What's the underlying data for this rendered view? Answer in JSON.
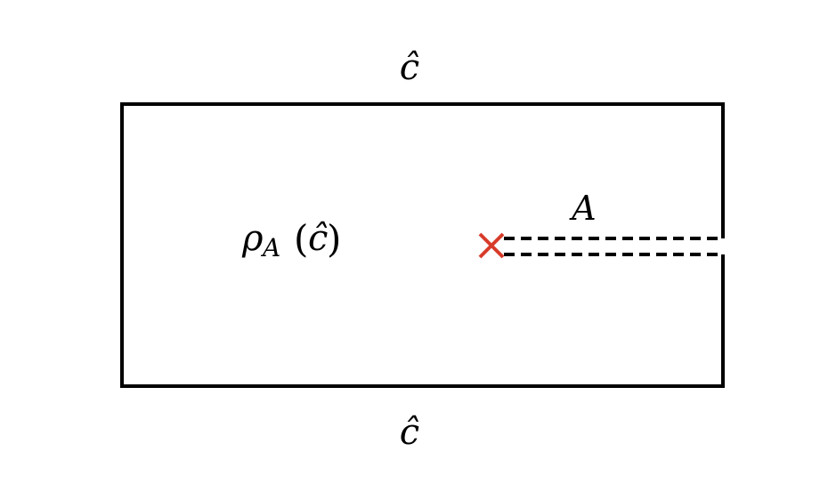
{
  "labels": {
    "top": "ĉ",
    "bottom": "ĉ",
    "density_rho": "ρ",
    "density_subscript": "A",
    "density_arg_open": "(",
    "density_arg": "ĉ",
    "density_arg_close": ")",
    "interval": "A"
  },
  "colors": {
    "frame": "#000000",
    "cut": "#000000",
    "marker": "#d83b2a"
  },
  "icons": {
    "marker": "x-cross-icon"
  }
}
